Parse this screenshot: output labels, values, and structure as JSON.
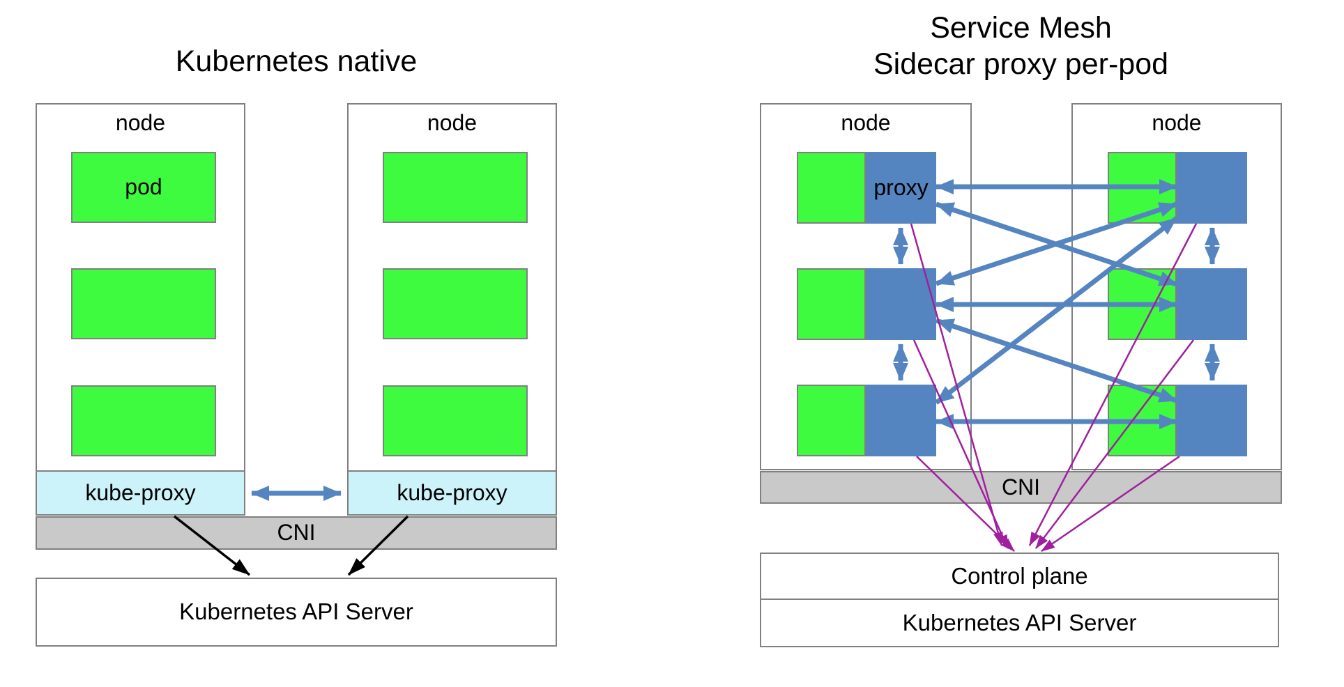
{
  "colors": {
    "pod_green": "#3FFB3F",
    "proxy_blue": "#5585C0",
    "kube_cyan": "#CBF3F9",
    "cni_gray": "#C9C9C9",
    "border_gray": "#808080",
    "mesh_purple": "#A01F9E",
    "arrow_black": "#000000",
    "bg": "#FFFFFF",
    "text": "#000000"
  },
  "left_diagram": {
    "title": "Kubernetes native",
    "nodes": [
      {
        "label": "node",
        "pods": [
          "pod",
          "",
          ""
        ],
        "proxy_label": "kube-proxy"
      },
      {
        "label": "node",
        "pods": [
          "",
          "",
          ""
        ],
        "proxy_label": "kube-proxy"
      }
    ],
    "cni_label": "CNI",
    "api_server_label": "Kubernetes API Server"
  },
  "right_diagram": {
    "title_line1": "Service Mesh",
    "title_line2": "Sidecar proxy per-pod",
    "nodes": [
      {
        "label": "node",
        "proxy_labels": [
          "proxy",
          "",
          ""
        ]
      },
      {
        "label": "node",
        "proxy_labels": [
          "",
          "",
          ""
        ]
      }
    ],
    "cni_label": "CNI",
    "control_plane_label": "Control plane",
    "api_server_label": "Kubernetes API Server"
  }
}
